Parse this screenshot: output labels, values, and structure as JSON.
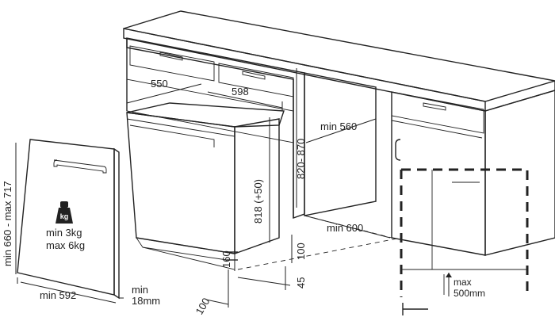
{
  "dimensions": {
    "cabinet_depth": "550",
    "cabinet_width": "598",
    "niche_height": "820- 870",
    "min_560": "min 560",
    "min_600": "min 600",
    "panel_height": "min 660 - max 717",
    "panel_width": "min 592",
    "panel_thickness_min": "min",
    "panel_thickness_value": "18mm",
    "appliance_height": "818 (+50)",
    "plinth_160": "160",
    "plinth_100_right": "100",
    "plinth_45": "45",
    "plinth_100_bottom": "100",
    "weight_min": "min  3kg",
    "weight_max": "max 6kg",
    "weight_icon_text": "kg",
    "max_label": "max",
    "max_value": "500mm"
  },
  "colors": {
    "line": "#222222",
    "cabinet_fill": "#f2f2f2",
    "panel_fill": "#f4f4f4",
    "background": "#ffffff"
  },
  "icons": [
    "weight-kg-icon"
  ]
}
